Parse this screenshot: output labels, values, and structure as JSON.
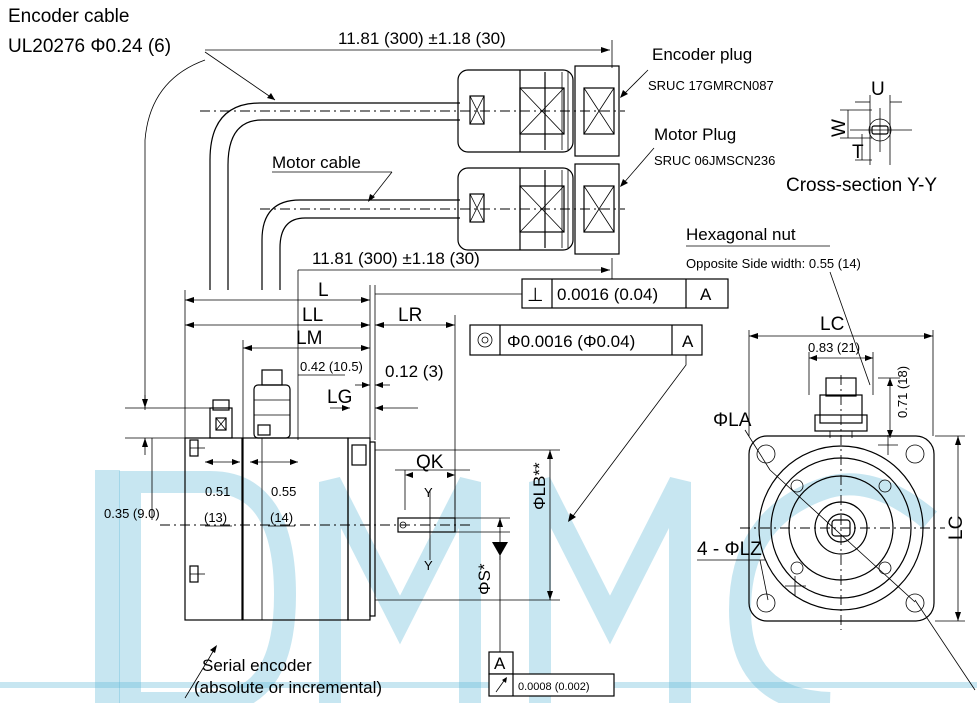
{
  "labels": {
    "encoder_cable": "Encoder cable",
    "encoder_cable_spec": "UL20276 Φ0.24 (6)",
    "top_length": "11.81  (300) ±1.18 (30)",
    "encoder_plug": "Encoder  plug",
    "encoder_plug_part": "SRUC 17GMRCN087",
    "motor_plug": "Motor Plug",
    "motor_plug_part": "SRUC 06JMSCN236",
    "motor_cable": "Motor cable",
    "mid_length": "11.81  (300) ±1.18 (30)",
    "cross_section": "Cross-section Y-Y",
    "cs_u": "U",
    "cs_w": "W",
    "cs_t": "T",
    "hex_nut": "Hexagonal nut",
    "hex_nut_width": "Opposite Side width: 0.55 (14)",
    "dim_l": "L",
    "dim_ll": "LL",
    "dim_lm": "LM",
    "dim_lr": "LR",
    "dim_lg": "LG",
    "dim_qk": "QK",
    "dim_042": "0.42 (10.5)",
    "dim_012": "0.12 (3)",
    "dim_035": "0.35 (9.0)",
    "dim_051": "0.51",
    "dim_13": "(13)",
    "dim_055": "0.55",
    "dim_14": "(14)",
    "dim_lb": "ΦLB**",
    "dim_s": "ΦS*",
    "y_top": "Y",
    "y_bottom": "Y",
    "perp_symbol": "⊥",
    "perp_value": "0.0016 (0.04)",
    "perp_datum": "A",
    "conc_value": "Φ0.0016 (Φ0.04)",
    "conc_datum": "A",
    "datum_a": "A",
    "runout_value": "0.0008 (0.002)",
    "lc_top": "LC",
    "lc_side": "LC",
    "dim_083": "0.83 (21)",
    "dim_071": "0.71 (18)",
    "phi_la": "ΦLA",
    "phi_lz": "4 - ΦLZ",
    "serial_encoder": "Serial encoder",
    "serial_encoder_type": "(absolute or incremental)"
  }
}
